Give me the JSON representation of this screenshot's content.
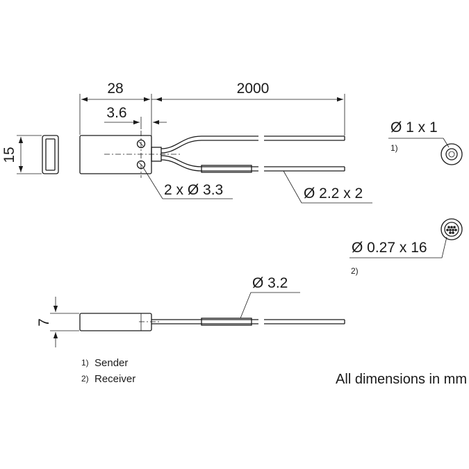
{
  "dimensions": {
    "body_length": "28",
    "hole_offset": "3.6",
    "cable_length": "2000",
    "body_height": "15",
    "mounting_holes": "2 x Ø 3.3",
    "cable_diameter": "Ø 2.2 x 2",
    "sleeve_diameter": "Ø 3.2",
    "body_thickness": "7",
    "sender_fiber": "Ø 1 x 1",
    "receiver_fiber": "Ø 0.27 x 16"
  },
  "refs": {
    "sender_ref": "1)",
    "receiver_ref": "2)"
  },
  "legend": {
    "sender_num": "1)",
    "sender_label": "Sender",
    "receiver_num": "2)",
    "receiver_label": "Receiver"
  },
  "units_note": "All dimensions in mm",
  "colors": {
    "line": "#1a1a1a",
    "background": "#ffffff"
  }
}
